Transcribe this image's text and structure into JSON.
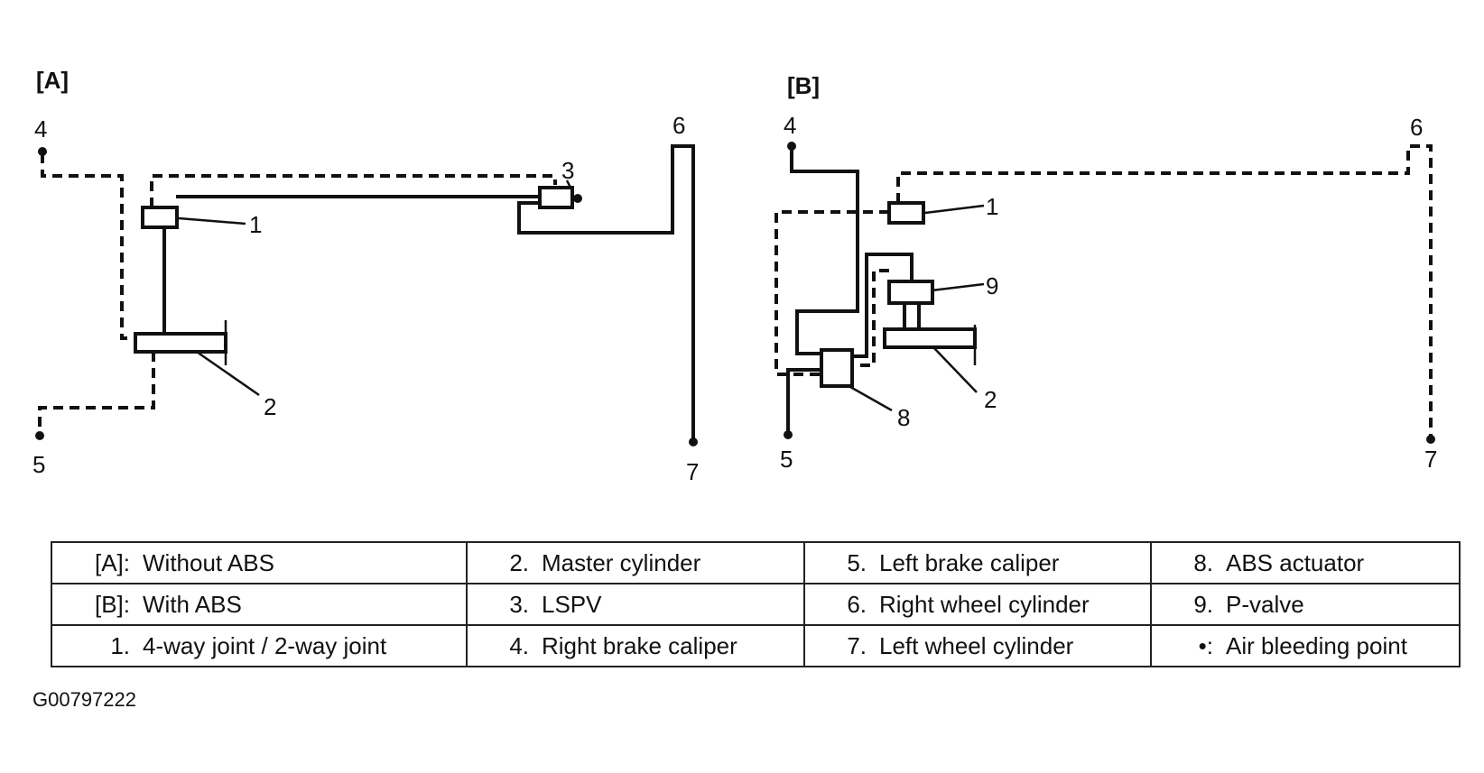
{
  "panels": {
    "a": "[A]",
    "b": "[B]"
  },
  "callouts": [
    "1",
    "2",
    "3",
    "4",
    "5",
    "6",
    "7",
    "8",
    "9"
  ],
  "legend": {
    "rows": [
      [
        {
          "key": "[A]:",
          "text": "Without ABS"
        },
        {
          "key": "2.",
          "text": "Master cylinder"
        },
        {
          "key": "5.",
          "text": "Left brake caliper"
        },
        {
          "key": "8.",
          "text": "ABS actuator"
        }
      ],
      [
        {
          "key": "[B]:",
          "text": "With ABS"
        },
        {
          "key": "3.",
          "text": "LSPV"
        },
        {
          "key": "6.",
          "text": "Right wheel cylinder"
        },
        {
          "key": "9.",
          "text": "P-valve"
        }
      ],
      [
        {
          "key": "1.",
          "text": "4-way joint / 2-way joint"
        },
        {
          "key": "4.",
          "text": "Right brake caliper"
        },
        {
          "key": "7.",
          "text": "Left wheel cylinder"
        },
        {
          "key": "•:",
          "text": "Air bleeding point"
        }
      ]
    ]
  },
  "figure_id": "G00797222"
}
